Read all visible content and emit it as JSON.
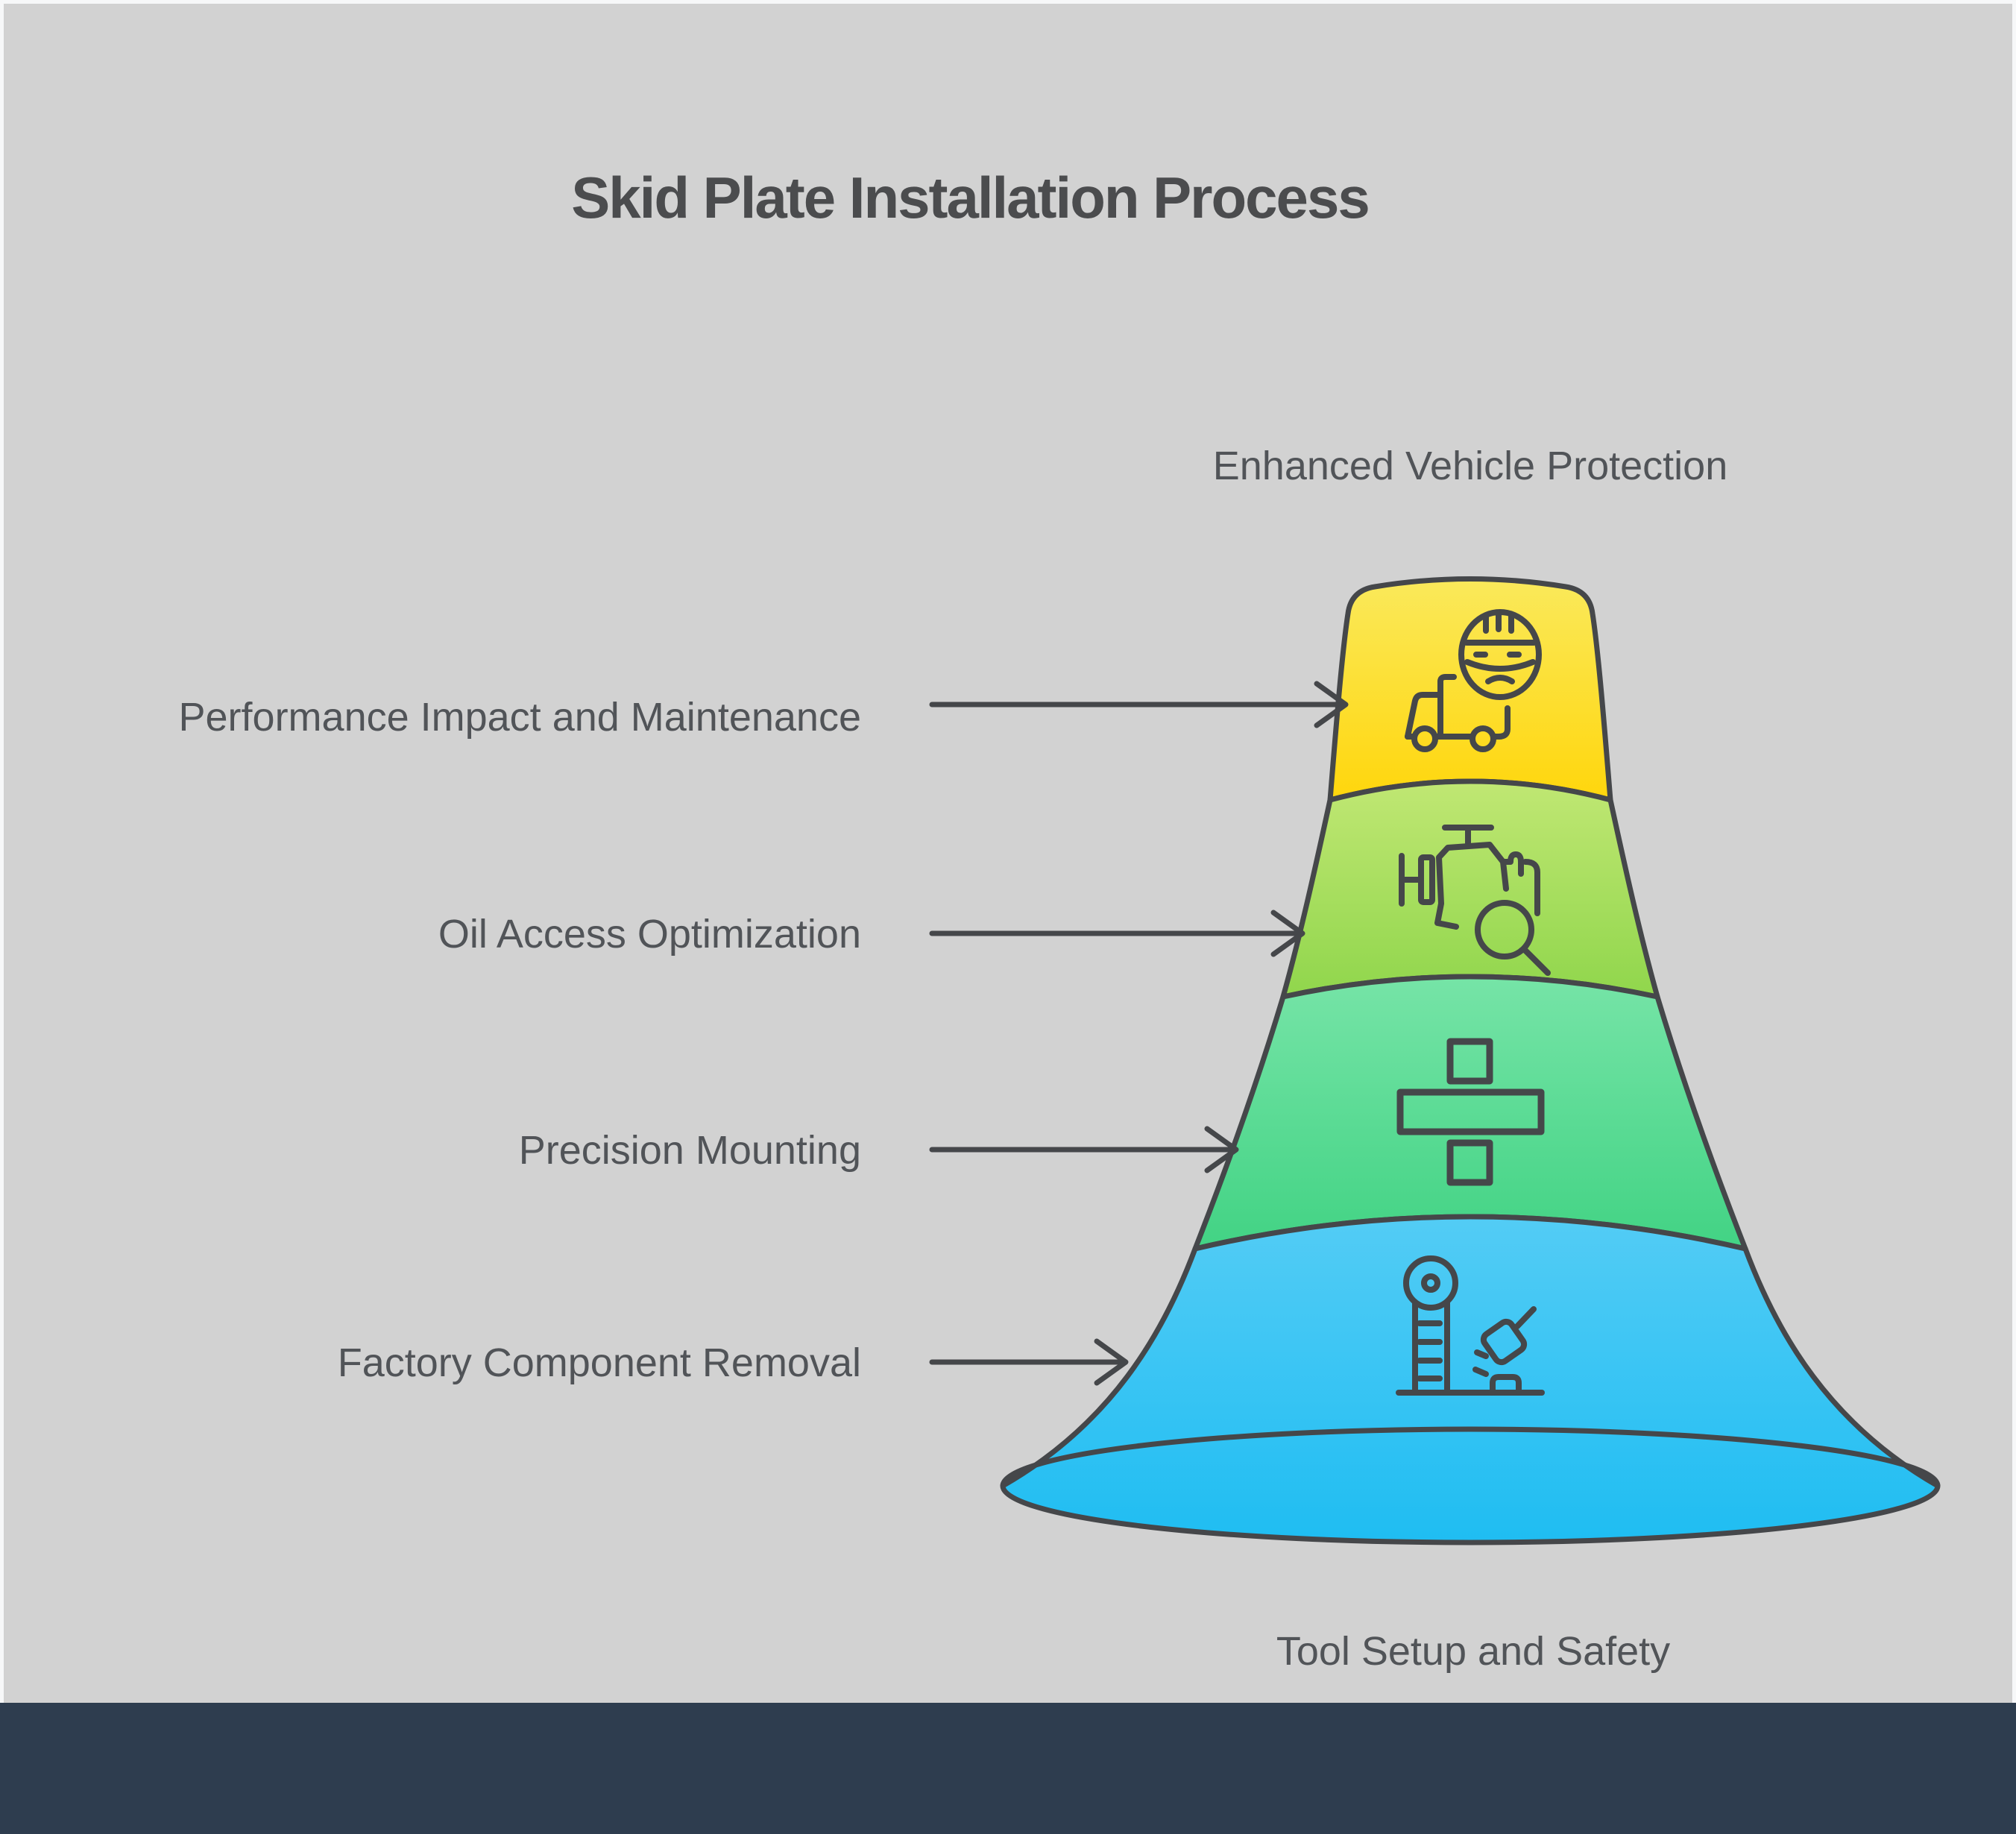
{
  "title": "Skid Plate Installation Process",
  "top_label": "Enhanced Vehicle Protection",
  "bottom_label": "Tool Setup and Safety",
  "steps": [
    {
      "label": "Performance Impact and Maintenance",
      "icon": "worker-truck-icon",
      "color_top": "#FAE95B",
      "color_bottom": "#FFD60C"
    },
    {
      "label": "Oil Access Optimization",
      "icon": "engine-inspection-icon",
      "color_top": "#C0E773",
      "color_bottom": "#90D64C"
    },
    {
      "label": "Precision Mounting",
      "icon": "division-mount-icon",
      "color_top": "#76E4A7",
      "color_bottom": "#42D384"
    },
    {
      "label": "Factory Component Removal",
      "icon": "grinder-tool-icon",
      "color_top": "#53CCF5",
      "color_bottom": "#1FBDF2"
    }
  ],
  "colors": {
    "background": "#D2D2D2",
    "page_edge": "#F7F8F9",
    "footer_bar": "#2E3D4F",
    "stroke": "#45474A",
    "label_text": "#515458",
    "title_text": "#4B4C4E"
  }
}
